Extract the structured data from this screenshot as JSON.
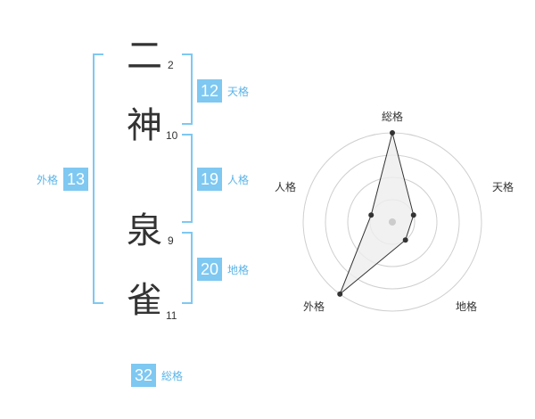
{
  "name": {
    "chars": [
      {
        "char": "二",
        "strokes": "2"
      },
      {
        "char": "神",
        "strokes": "10"
      },
      {
        "char": "泉",
        "strokes": "9"
      },
      {
        "char": "雀",
        "strokes": "11"
      }
    ]
  },
  "kakusu": {
    "tenkaku": {
      "value": "12",
      "label": "天格"
    },
    "jinkaku": {
      "value": "19",
      "label": "人格"
    },
    "chikaku": {
      "value": "20",
      "label": "地格"
    },
    "gaikaku": {
      "value": "13",
      "label": "外格"
    },
    "soukaku": {
      "value": "32",
      "label": "総格"
    }
  },
  "colors": {
    "accent": "#7ec8f2",
    "label": "#5bb4e8"
  },
  "chart_data": {
    "type": "radar",
    "axes": [
      "総格",
      "天格",
      "地格",
      "外格",
      "人格"
    ],
    "rings": 4,
    "values": [
      4,
      1,
      1,
      4,
      1
    ],
    "max": 4
  }
}
